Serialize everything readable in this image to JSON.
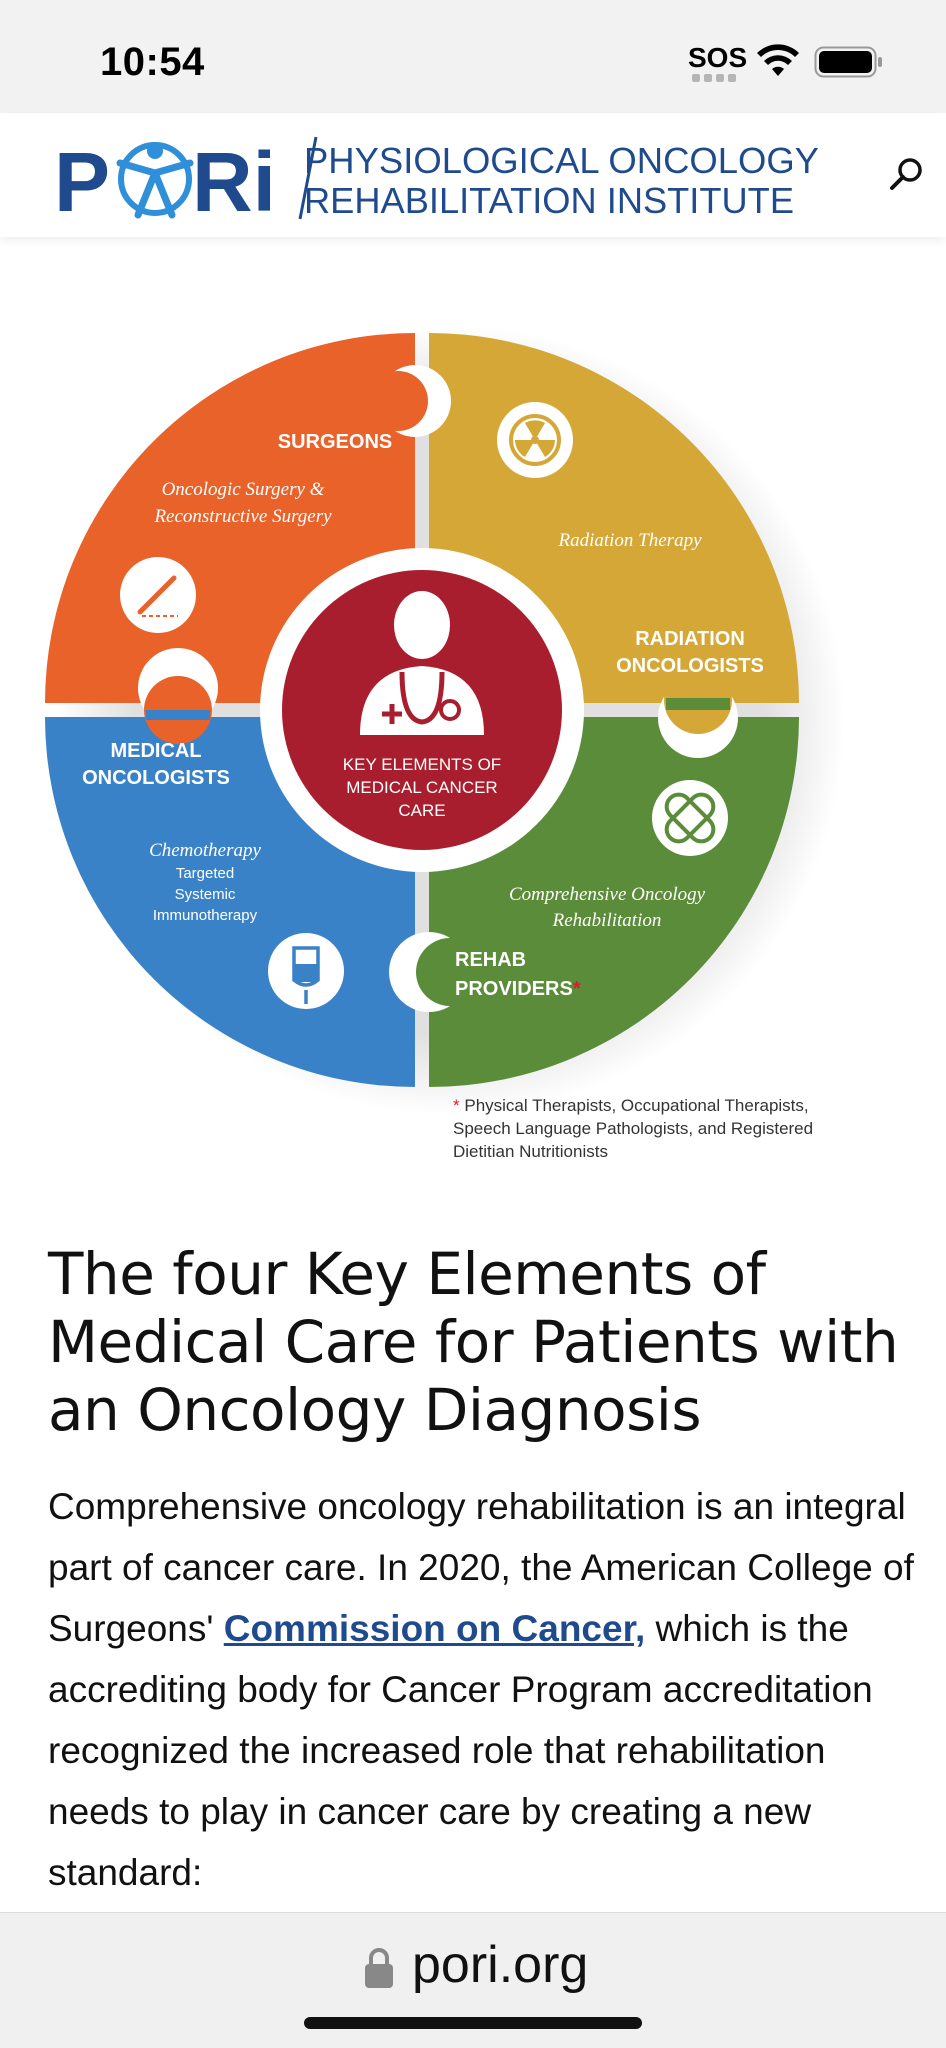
{
  "status_bar": {
    "time": "10:54",
    "sos": "SOS",
    "icons": [
      "wifi-icon",
      "battery-icon"
    ]
  },
  "header": {
    "logo_letters": [
      "P",
      "Ri"
    ],
    "logo_line1": "PHYSIOLOGICAL ONCOLOGY",
    "logo_line2": "REHABILITATION INSTITUTE",
    "icons": [
      "search-icon"
    ],
    "colors": {
      "logo_blue": "#1f4b8e",
      "logo_light_blue": "#2f8fd8"
    }
  },
  "infographic": {
    "center": {
      "line1": "KEY ELEMENTS OF",
      "line2": "MEDICAL CANCER",
      "line3": "CARE",
      "icon": "doctor-icon",
      "color": "#a81e2e"
    },
    "segments": [
      {
        "id": "surgeons",
        "title": "SURGEONS",
        "sub1": "Oncologic Surgery &",
        "sub2": "Reconstructive Surgery",
        "icon": "scalpel-icon",
        "color": "#e8622a"
      },
      {
        "id": "radiation",
        "title1": "RADIATION",
        "title2": "ONCOLOGISTS",
        "sub1": "Radiation Therapy",
        "icon": "radiation-icon",
        "color": "#d4a736"
      },
      {
        "id": "rehab",
        "title1": "REHAB",
        "title2": "PROVIDERS",
        "title_mark": "*",
        "sub1": "Comprehensive Oncology",
        "sub2": "Rehabilitation",
        "icon": "bandage-icon",
        "color": "#5a8c3a"
      },
      {
        "id": "medical",
        "title1": "MEDICAL",
        "title2": "ONCOLOGISTS",
        "sub1": "Chemotherapy",
        "sub2": "Targeted",
        "sub3": "Systemic",
        "sub4": "Immunotherapy",
        "icon": "iv-bag-icon",
        "color": "#3a82c8"
      }
    ],
    "footnote_star": "*",
    "footnote_line1": "Physical Therapists, Occupational Therapists,",
    "footnote_line2": "Speech Language Pathologists, and Registered",
    "footnote_line3": "Dietitian Nutritionists"
  },
  "article": {
    "title": "The four Key Elements of Medical Care for Patients with an Oncology Diagnosis",
    "body_before": "Comprehensive oncology rehabilitation is an integral part of cancer care. In 2020, the American College of Surgeons' ",
    "link_text": "Commission on Cancer,",
    "body_after": " which is the accrediting body for Cancer Program accreditation recognized the increased role that rehabilitation needs to play in cancer care by creating a new standard:"
  },
  "url_bar": {
    "url": "pori.org",
    "icons": [
      "lock-icon"
    ]
  }
}
